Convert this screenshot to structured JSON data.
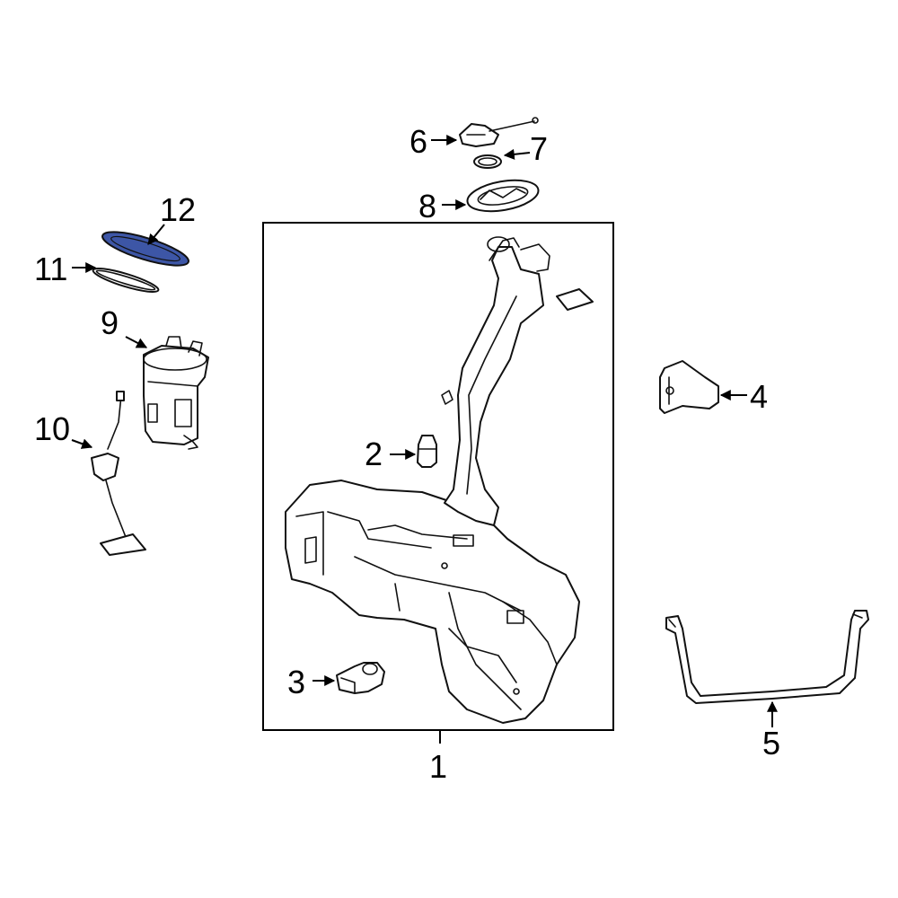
{
  "diagram": {
    "highlight_color": "#3d56a6",
    "line_color": "#111111",
    "background": "#ffffff",
    "callouts": [
      {
        "id": "1",
        "label": "1"
      },
      {
        "id": "2",
        "label": "2"
      },
      {
        "id": "3",
        "label": "3"
      },
      {
        "id": "4",
        "label": "4"
      },
      {
        "id": "5",
        "label": "5"
      },
      {
        "id": "6",
        "label": "6"
      },
      {
        "id": "7",
        "label": "7"
      },
      {
        "id": "8",
        "label": "8"
      },
      {
        "id": "9",
        "label": "9"
      },
      {
        "id": "10",
        "label": "10"
      },
      {
        "id": "11",
        "label": "11"
      },
      {
        "id": "12",
        "label": "12"
      }
    ],
    "highlighted_part": "12"
  }
}
